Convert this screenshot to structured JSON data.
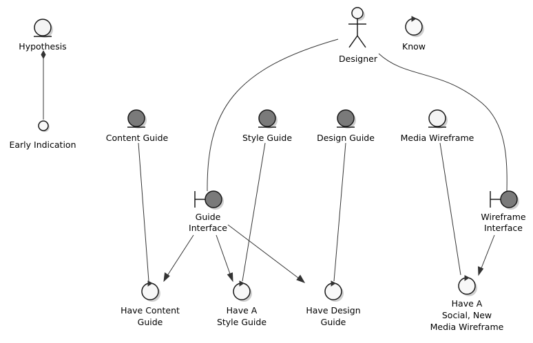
{
  "diagram": {
    "actor_designer": "Designer",
    "control_know": "Know",
    "entity_hypothesis": "Hypothesis",
    "circle_early_indication": "Early Indication",
    "entity_content_guide": "Content Guide",
    "entity_style_guide": "Style Guide",
    "entity_design_guide": "Design Guide",
    "entity_media_wireframe": "Media Wireframe",
    "boundary_guide_interface": [
      "Guide",
      "Interface"
    ],
    "boundary_wireframe_interface": [
      "Wireframe",
      "Interface"
    ],
    "control_have_content_guide": [
      "Have Content",
      "Guide"
    ],
    "control_have_style_guide": [
      "Have A",
      "Style Guide"
    ],
    "control_have_design_guide": [
      "Have Design",
      "Guide"
    ],
    "control_have_social_media_wireframe": [
      "Have A",
      "Social, New",
      "Media Wireframe"
    ]
  },
  "colors": {
    "entity_light": "#f4f4f4",
    "entity_dark": "#7a7a7a",
    "line": "#333333",
    "background": "#ffffff"
  }
}
